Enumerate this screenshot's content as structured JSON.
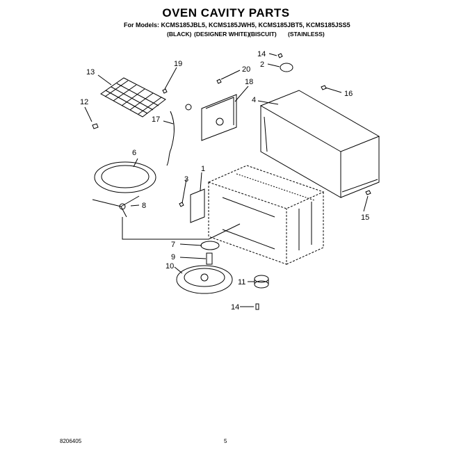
{
  "header": {
    "title": "OVEN CAVITY PARTS",
    "models_line": "For Models: KCMS185JBL5, KCMS185JWH5, KCMS185JBT5, KCMS185JSS5",
    "colors": [
      "(BLACK)",
      "(DESIGNER WHITE)",
      "(BISCUIT)",
      "(STAINLESS)"
    ]
  },
  "callouts": [
    "1",
    "2",
    "3",
    "4",
    "6",
    "7",
    "8",
    "9",
    "10",
    "11",
    "12",
    "13",
    "14",
    "14",
    "15",
    "16",
    "17",
    "18",
    "19",
    "20"
  ],
  "footer": {
    "doc_number": "8206405",
    "page_number": "5"
  }
}
